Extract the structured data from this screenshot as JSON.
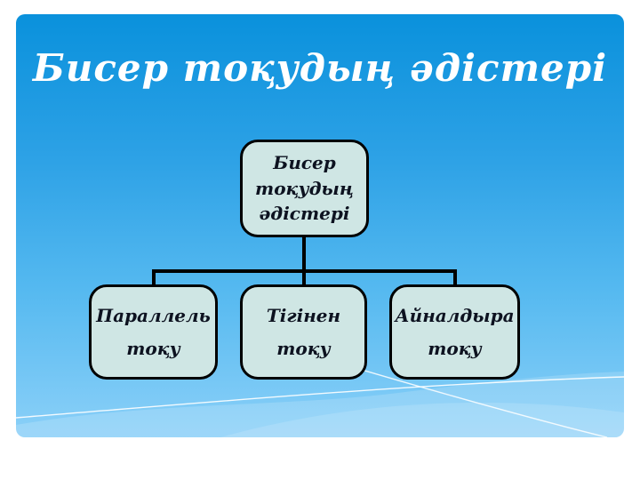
{
  "slide": {
    "title": "Бисер тоқудың әдістері"
  },
  "diagram": {
    "root": {
      "label": "Бисер тоқудың әдістері",
      "lines": [
        "Бисер",
        "тоқудың",
        "әдістері"
      ]
    },
    "children": [
      {
        "label": "Параллель тоқу",
        "lines": [
          "Параллель",
          "тоқу"
        ]
      },
      {
        "label": "Тігінен тоқу",
        "lines": [
          "Тігінен",
          "тоқу"
        ]
      },
      {
        "label": "Айналдыра тоқу",
        "lines": [
          "Айналдыра",
          "тоқу"
        ]
      }
    ]
  },
  "colors": {
    "background_top": "#0a91dc",
    "background_bottom": "#8bd0f8",
    "node_fill": "#cfe6e4",
    "node_border": "#000000",
    "connector": "#000000",
    "node_text": "#0d1220",
    "title_text": "#ffffff"
  }
}
